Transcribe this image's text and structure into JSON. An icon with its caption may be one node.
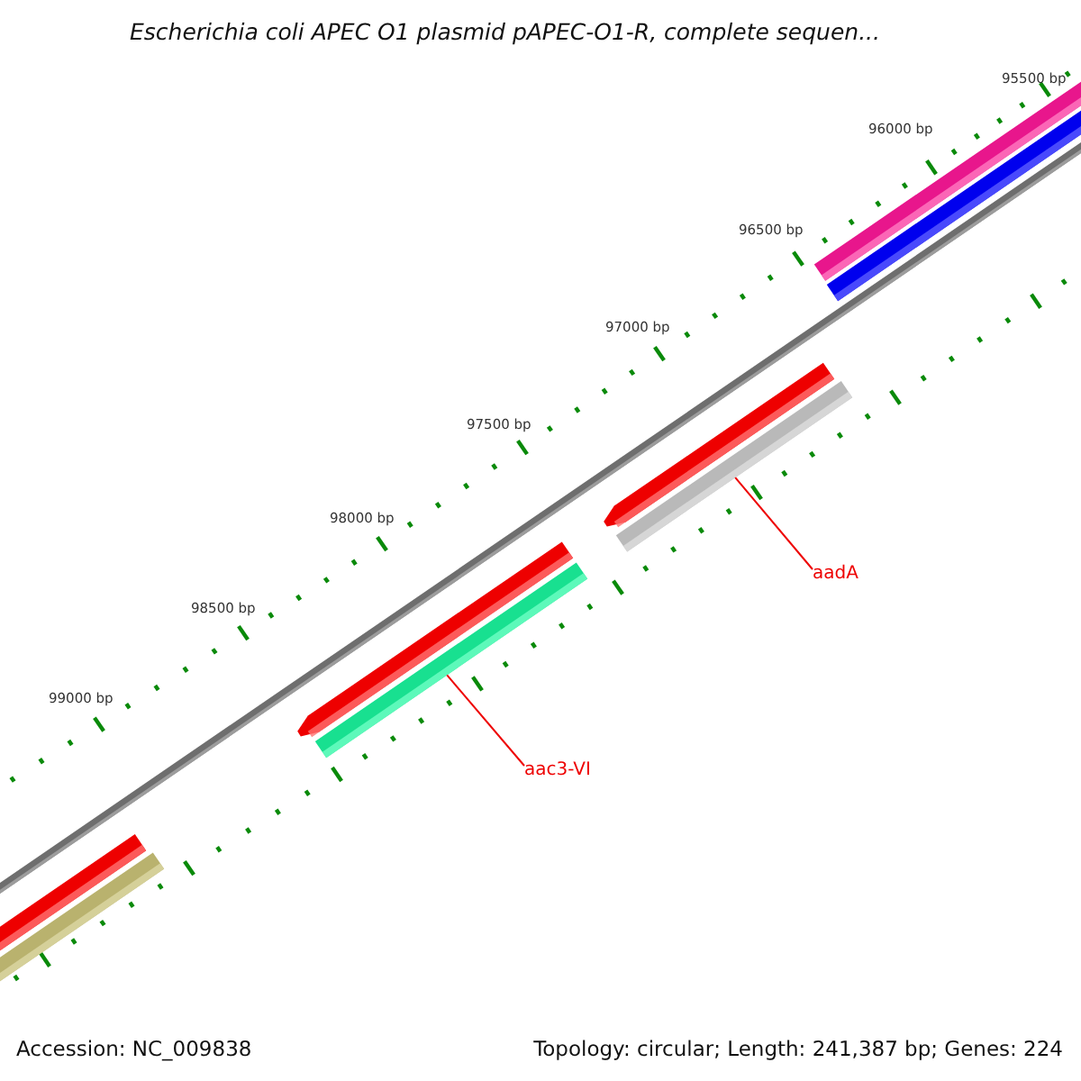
{
  "diagram": {
    "title": "Escherichia coli APEC O1 plasmid pAPEC-O1-R, complete sequen...",
    "nodes": [
      {
        "text": [
          "aadA"
        ]
      },
      {
        "text": [],
        "shape": "bar"
      },
      {
        "text": [
          "aac3-VI"
        ]
      },
      {
        "text": [],
        "shape": "bar"
      }
    ],
    "edges": [
      {
        "from": 0,
        "to": 1,
        "arrow": "none"
      },
      {
        "from": 2,
        "to": 3,
        "arrow": "none"
      }
    ],
    "labels": [
      "95500 bp",
      "96000 bp",
      "96500 bp",
      "97000 bp",
      "97500 bp",
      "98000 bp",
      "98500 bp",
      "99000 bp",
      "Accession: NC_009838",
      "Topology: circular; Length: 241,387 bp; Genes: 224"
    ]
  }
}
